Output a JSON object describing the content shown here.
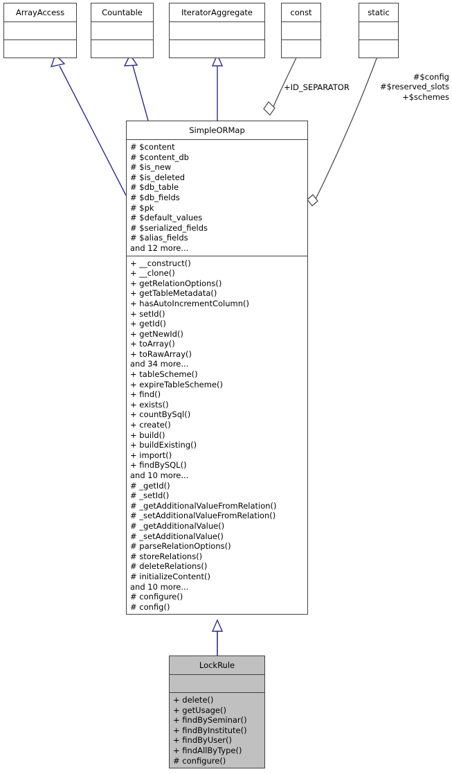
{
  "diagram": {
    "type": "uml-class-diagram",
    "colors": {
      "inheritance_edge": "#2a2a8c",
      "association_edge": "#404040",
      "box_border": "#404040",
      "highlight_fill": "#c0c0c0",
      "background": "#ffffff",
      "text": "#000000"
    },
    "classes": [
      {
        "id": "ArrayAccess",
        "name": "ArrayAccess",
        "attributes": [],
        "operations": [],
        "highlighted": false
      },
      {
        "id": "Countable",
        "name": "Countable",
        "attributes": [],
        "operations": [],
        "highlighted": false
      },
      {
        "id": "IteratorAggregate",
        "name": "IteratorAggregate",
        "attributes": [],
        "operations": [],
        "highlighted": false
      },
      {
        "id": "const",
        "name": "const",
        "attributes": [],
        "operations": [],
        "highlighted": false
      },
      {
        "id": "static",
        "name": "static",
        "attributes": [],
        "operations": [],
        "highlighted": false
      },
      {
        "id": "SimpleORMap",
        "name": "SimpleORMap",
        "attributes": [
          "# $content",
          "# $content_db",
          "# $is_new",
          "# $is_deleted",
          "# $db_table",
          "# $db_fields",
          "# $pk",
          "# $default_values",
          "# $serialized_fields",
          "# $alias_fields",
          "and 12 more..."
        ],
        "operations": [
          "+ __construct()",
          "+ __clone()",
          "+ getRelationOptions()",
          "+ getTableMetadata()",
          "+ hasAutoIncrementColumn()",
          "+ setId()",
          "+ getId()",
          "+ getNewId()",
          "+ toArray()",
          "+ toRawArray()",
          "and 34 more...",
          "+ tableScheme()",
          "+ expireTableScheme()",
          "+ find()",
          "+ exists()",
          "+ countBySql()",
          "+ create()",
          "+ build()",
          "+ buildExisting()",
          "+ import()",
          "+ findBySQL()",
          "and 10 more...",
          "# _getId()",
          "# _setId()",
          "# _getAdditionalValueFromRelation()",
          "# _setAdditionalValueFromRelation()",
          "# _getAdditionalValue()",
          "# _setAdditionalValue()",
          "# parseRelationOptions()",
          "# storeRelations()",
          "# deleteRelations()",
          "# initializeContent()",
          "and 10 more...",
          "# configure()",
          "# config()"
        ],
        "highlighted": false
      },
      {
        "id": "LockRule",
        "name": "LockRule",
        "attributes": [],
        "operations": [
          "+ delete()",
          "+ getUsage()",
          "+ findBySeminar()",
          "+ findByInstitute()",
          "+ findByUser()",
          "+ findAllByType()",
          "# configure()"
        ],
        "highlighted": true
      }
    ],
    "edge_labels": [
      {
        "id": "const-label",
        "text": "+ID_SEPARATOR"
      },
      {
        "id": "static-label-1",
        "text": "#$config"
      },
      {
        "id": "static-label-2",
        "text": "#$reserved_slots"
      },
      {
        "id": "static-label-3",
        "text": "+$schemes"
      }
    ],
    "relations": [
      {
        "from": "SimpleORMap",
        "to": "ArrayAccess",
        "kind": "generalization"
      },
      {
        "from": "SimpleORMap",
        "to": "Countable",
        "kind": "generalization"
      },
      {
        "from": "SimpleORMap",
        "to": "IteratorAggregate",
        "kind": "generalization"
      },
      {
        "from": "SimpleORMap",
        "to": "const",
        "kind": "aggregation",
        "label": "+ID_SEPARATOR"
      },
      {
        "from": "SimpleORMap",
        "to": "static",
        "kind": "aggregation",
        "label": "#$config #$reserved_slots +$schemes"
      },
      {
        "from": "LockRule",
        "to": "SimpleORMap",
        "kind": "generalization"
      }
    ]
  }
}
